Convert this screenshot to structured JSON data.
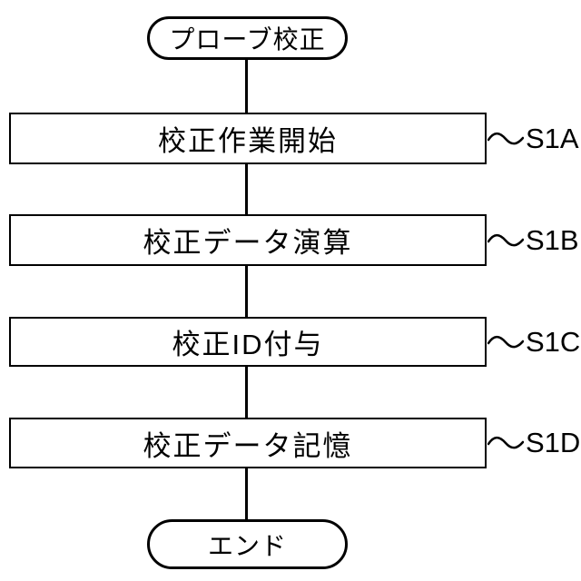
{
  "diagram": {
    "title": "probe-calibration-flowchart",
    "start_label": "プローブ校正",
    "end_label": "エンド",
    "steps": [
      {
        "text": "校正作業開始",
        "tag": "S1A"
      },
      {
        "text": "校正データ演算",
        "tag": "S1B"
      },
      {
        "text": "校正ID付与",
        "tag": "S1C"
      },
      {
        "text": "校正データ記憶",
        "tag": "S1D"
      }
    ],
    "colors": {
      "line": "#000000",
      "background": "#ffffff"
    }
  }
}
